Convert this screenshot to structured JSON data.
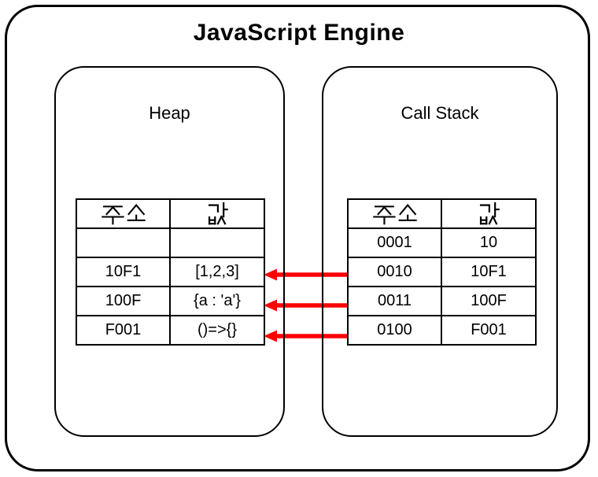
{
  "diagram": {
    "title": "JavaScript Engine",
    "arrow_color": "#ff0000",
    "heap": {
      "label": "Heap",
      "table": {
        "headers": [
          "주소",
          "값"
        ],
        "rows": [
          [
            "",
            ""
          ],
          [
            "10F1",
            "[1,2,3]"
          ],
          [
            "100F",
            "{a : 'a'}"
          ],
          [
            "F001",
            "()=>{}"
          ]
        ]
      }
    },
    "call_stack": {
      "label": "Call Stack",
      "table": {
        "headers": [
          "주소",
          "값"
        ],
        "rows": [
          [
            "0001",
            "10"
          ],
          [
            "0010",
            "10F1"
          ],
          [
            "0011",
            "100F"
          ],
          [
            "0100",
            "F001"
          ]
        ]
      }
    },
    "arrows": [
      {
        "from_stack_address": "0010",
        "to_heap_address": "10F1"
      },
      {
        "from_stack_address": "0011",
        "to_heap_address": "100F"
      },
      {
        "from_stack_address": "0100",
        "to_heap_address": "F001"
      }
    ]
  }
}
